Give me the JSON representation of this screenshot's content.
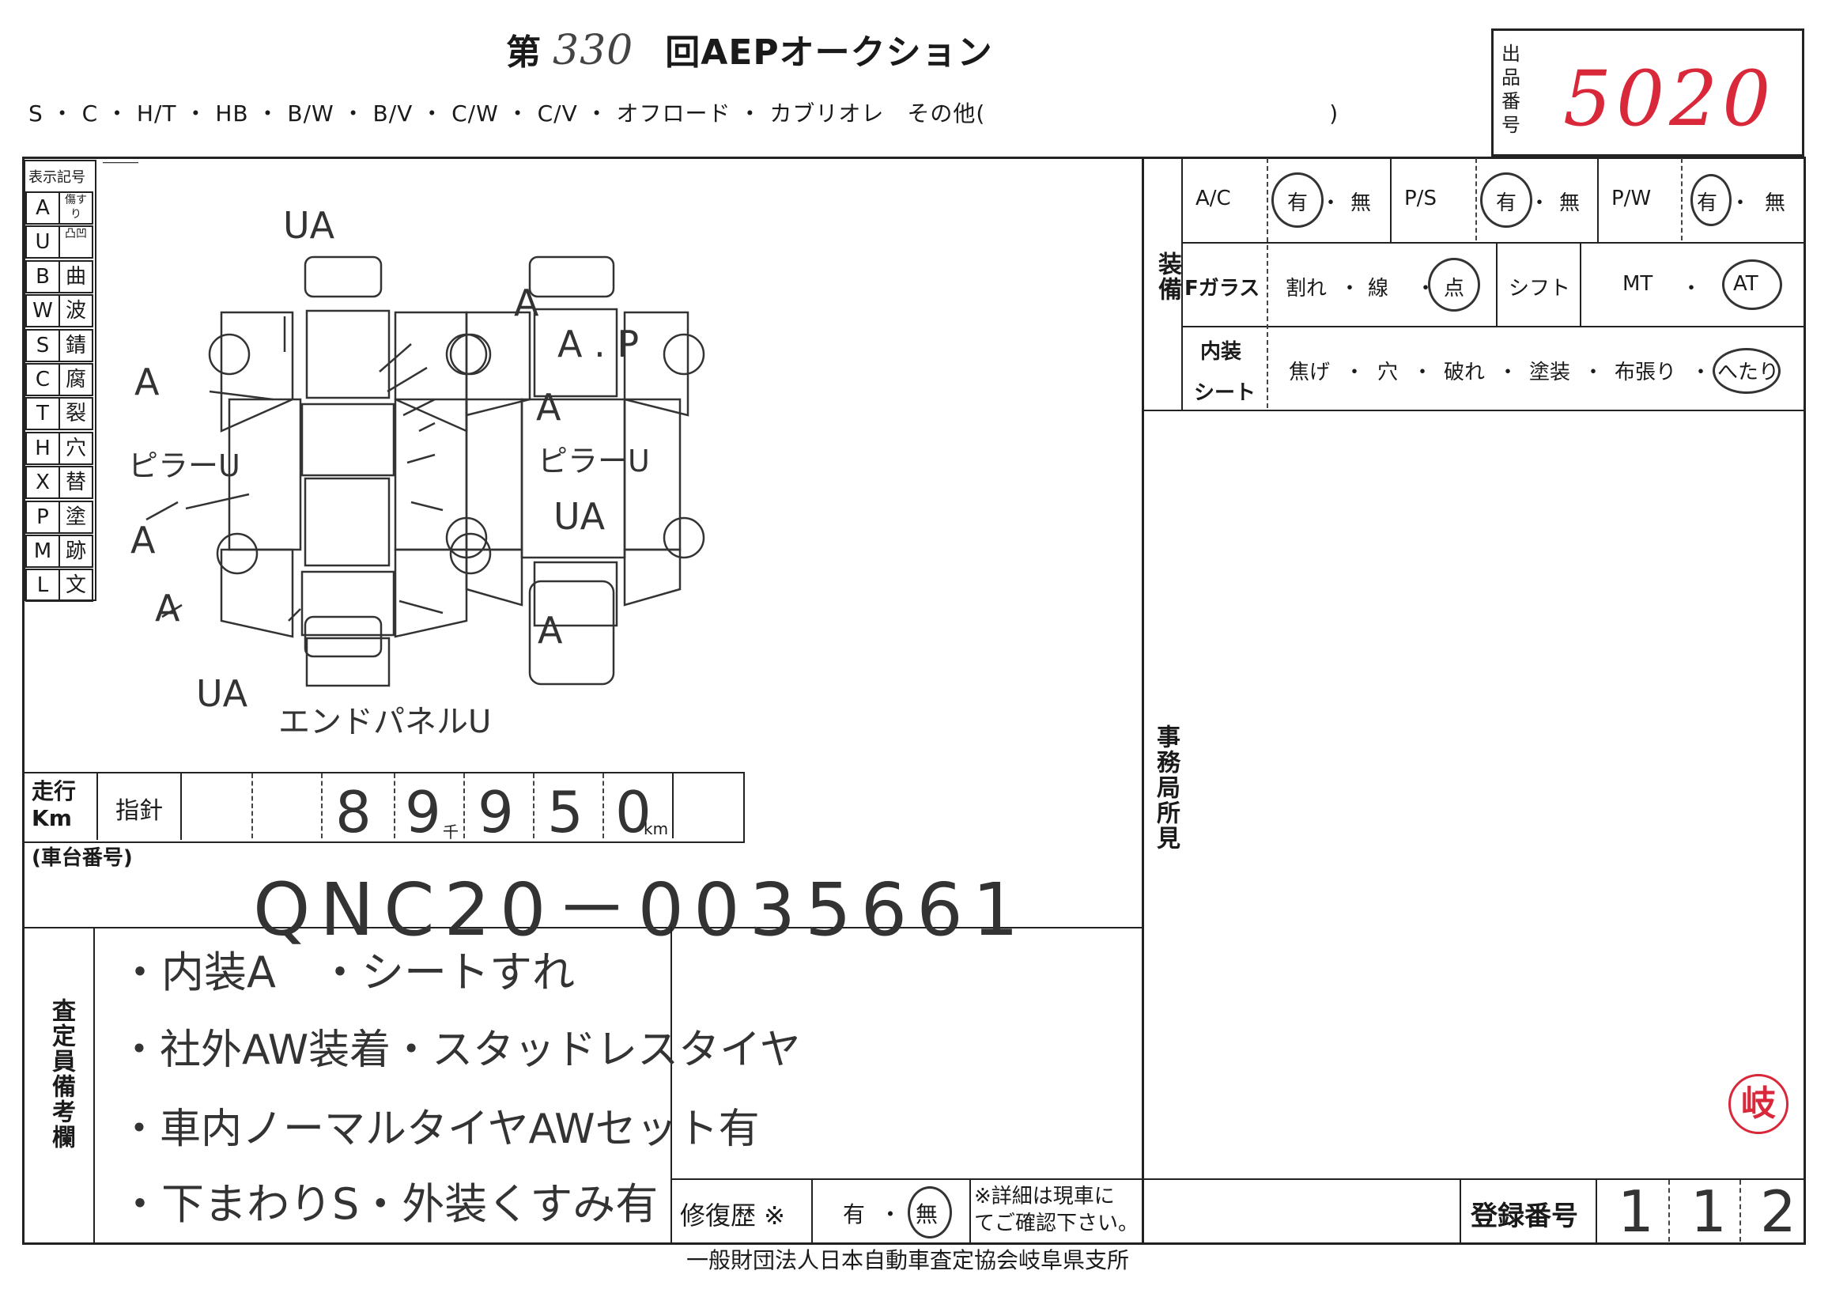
{
  "header": {
    "title_prefix": "第",
    "auction_round": "330",
    "title_suffix": "回AEPオークション",
    "body_types": "S ・ C ・ H/T ・ HB ・ B/W ・ B/V ・ C/W ・ C/V ・ オフロード ・ カブリオレ　その他(　　　　　　　　　　　　　　　)",
    "lot_label": "出品番号",
    "lot_number": "5020"
  },
  "legend": {
    "title": "表示記号",
    "items": [
      {
        "code": "A",
        "meaning": "傷すり"
      },
      {
        "code": "U",
        "meaning": "凸凹"
      },
      {
        "code": "B",
        "meaning": "曲"
      },
      {
        "code": "W",
        "meaning": "波"
      },
      {
        "code": "S",
        "meaning": "錆"
      },
      {
        "code": "C",
        "meaning": "腐"
      },
      {
        "code": "T",
        "meaning": "裂"
      },
      {
        "code": "H",
        "meaning": "穴"
      },
      {
        "code": "X",
        "meaning": "替"
      },
      {
        "code": "P",
        "meaning": "塗"
      },
      {
        "code": "M",
        "meaning": "跡"
      },
      {
        "code": "L",
        "meaning": "文"
      }
    ]
  },
  "diagram_marks": {
    "ua_top": "UA",
    "a_top_right": "A",
    "ap": "A . P",
    "a_left_1": "A",
    "a_right_1": "A",
    "pillar_left": "ピラーU",
    "pillar_right": "ピラーU",
    "ua_right": "UA",
    "a_left_2": "A",
    "a_left_3": "A",
    "a_right_2": "A",
    "ua_bottom": "UA",
    "end_panel": "エンドパネルU"
  },
  "equipment": {
    "section_label": "装備",
    "ac_label": "A/C",
    "ps_label": "P/S",
    "pw_label": "P/W",
    "yes": "有",
    "no": "無",
    "dot": "・",
    "glass_label": "Fガラス",
    "glass_opts": [
      "割れ",
      "線",
      "点"
    ],
    "shift_label": "シフト",
    "shift_mt": "MT",
    "shift_at": "AT",
    "interior_label_1": "内装",
    "interior_label_2": "シート",
    "interior_opts": [
      "焦げ",
      "穴",
      "破れ",
      "塗装",
      "布張り",
      "へたり"
    ]
  },
  "office_label": "事務局所見",
  "mileage": {
    "label_1": "走行",
    "label_2": "Km",
    "type": "指針",
    "digits": [
      "8",
      "9",
      "9",
      "5",
      "0"
    ],
    "thousand_mark": "千",
    "km_mark": "km"
  },
  "chassis": {
    "label": "(車台番号)",
    "value": "QNC20－0035661"
  },
  "remarks": {
    "label": "査定員備考欄",
    "lines": [
      "・内装A　・シートすれ",
      "・社外AW装着・スタッドレスタイヤ",
      "・車内ノーマルタイヤAWセット有",
      "・下まわりS・外装くすみ有"
    ]
  },
  "repair": {
    "label": "修復歴 ※",
    "yes": "有",
    "dot": "・",
    "no": "無",
    "note_1": "※詳細は現車に",
    "note_2": "てご確認下さい。"
  },
  "registration": {
    "label": "登録番号",
    "digits": [
      "1",
      "1",
      "2"
    ]
  },
  "footer": "一般財団法人日本自動車査定協会岐阜県支所",
  "stamp": "岐",
  "colors": {
    "stamp": "#d8283a",
    "lot_number": "#d8283a",
    "ink": "#1a1a1a"
  }
}
